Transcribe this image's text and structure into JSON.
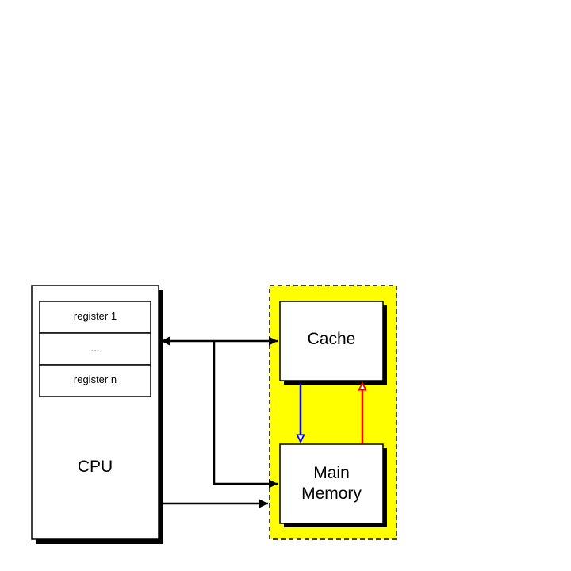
{
  "cpu": {
    "label": "CPU",
    "registers": [
      "register 1",
      "...",
      "register n"
    ]
  },
  "memory_system": {
    "cache_label": "Cache",
    "main_memory_label_line1": "Main",
    "main_memory_label_line2": "Memory"
  },
  "colors": {
    "memory_region_fill": "#ffff00",
    "cache_to_memory_arrow": "#0000ff",
    "memory_to_cache_arrow": "#ff0000",
    "shadow": "#000000"
  }
}
